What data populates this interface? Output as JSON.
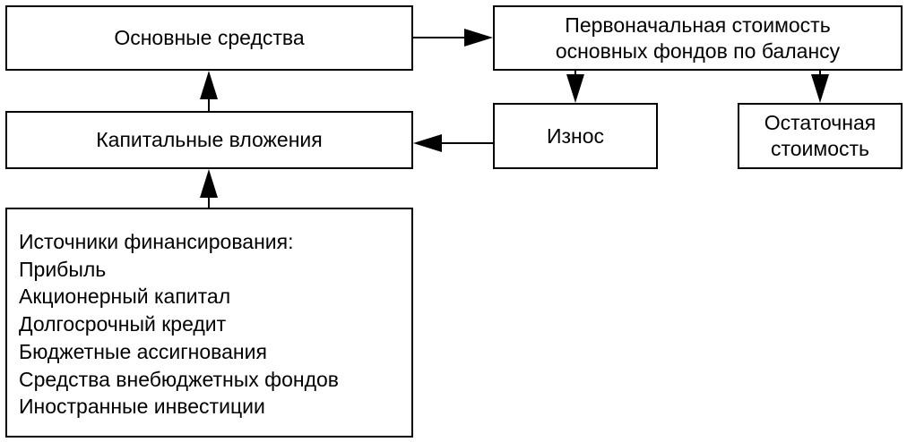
{
  "diagram": {
    "nodes": {
      "fixed_assets": {
        "label": "Основные средства"
      },
      "initial_cost": {
        "lines": [
          "Первоначальная стоимость",
          "основных фондов по балансу"
        ]
      },
      "capital_investments": {
        "label": "Капитальные вложения"
      },
      "depreciation": {
        "label": "Износ"
      },
      "residual_value": {
        "lines": [
          "Остаточная",
          "стоимость"
        ]
      },
      "financing_sources": {
        "lines": [
          "Источники финансирования:",
          "Прибыль",
          "Акционерный капитал",
          "Долгосрочный кредит",
          "Бюджетные ассигнования",
          "Средства внебюджетных фондов",
          "Иностранные инвестиции"
        ]
      }
    },
    "edges": [
      {
        "from": "fixed_assets",
        "to": "initial_cost"
      },
      {
        "from": "initial_cost",
        "to": "depreciation"
      },
      {
        "from": "initial_cost",
        "to": "residual_value"
      },
      {
        "from": "depreciation",
        "to": "capital_investments"
      },
      {
        "from": "capital_investments",
        "to": "fixed_assets"
      },
      {
        "from": "financing_sources",
        "to": "capital_investments"
      }
    ]
  }
}
